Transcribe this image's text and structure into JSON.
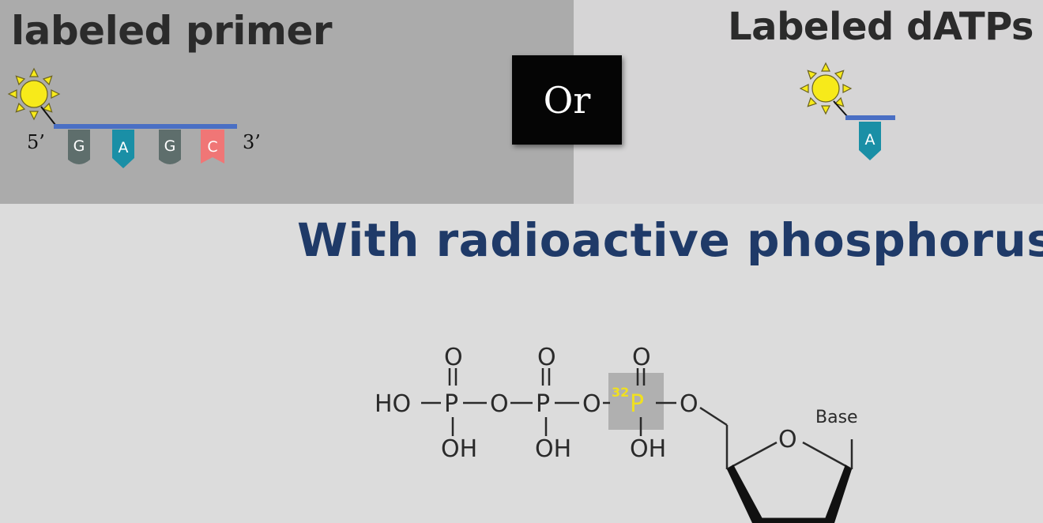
{
  "panels": {
    "left_title": "labeled primer",
    "right_title": "Labeled dATPs",
    "or_label": "Or"
  },
  "primer": {
    "five_prime": "5’",
    "three_prime": "3’",
    "bases": [
      {
        "letter": "G",
        "color": "#5e6e6c"
      },
      {
        "letter": "A",
        "color": "#1a8fa6"
      },
      {
        "letter": "G",
        "color": "#5e6e6c"
      },
      {
        "letter": "C",
        "color": "#f07676"
      }
    ]
  },
  "datp": {
    "base": "A",
    "color": "#1a8fa6"
  },
  "heading": "With radioactive phosphorus",
  "molecule": {
    "ho": "HO",
    "o": "O",
    "p": "P",
    "oh": "OH",
    "isotope_mass": "32",
    "ring_oxygen": "O",
    "base_label": "Base",
    "label_color": "#f0e020"
  },
  "colors": {
    "sun": "#f7ea1a",
    "strand": "#4a6fc4",
    "heading": "#1f3a68"
  }
}
